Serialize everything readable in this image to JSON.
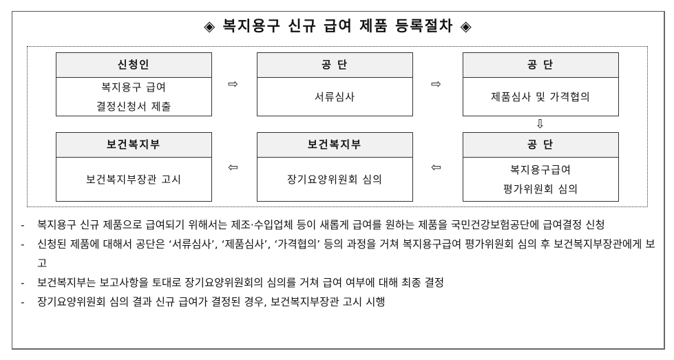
{
  "title": "◈ 복지용구 신규 급여 제품 등록절차 ◈",
  "flow": {
    "boxes": [
      {
        "header": "신청인",
        "body": [
          "복지용구 급여",
          "결정신청서 제출"
        ]
      },
      {
        "header": "공 단",
        "body": [
          "서류심사"
        ]
      },
      {
        "header": "공 단",
        "body": [
          "제품심사 및 가격협의"
        ]
      },
      {
        "header": "공 단",
        "body": [
          "복지용구급여",
          "평가위원회 심의"
        ]
      },
      {
        "header": "보건복지부",
        "body": [
          "장기요양위원회 심의"
        ]
      },
      {
        "header": "보건복지부",
        "body": [
          "보건복지부장관 고시"
        ]
      }
    ],
    "arrows": {
      "right": "⇨",
      "down": "⇩",
      "left": "⇦"
    }
  },
  "notes": [
    {
      "dash": "-",
      "text": "복지용구 신규 제품으로 급여되기 위해서는 제조·수입업체 등이 새롭게 급여를 원하는 제품을 국민건강보험공단에 급여결정 신청"
    },
    {
      "dash": "-",
      "text": "신청된 제품에 대해서 공단은 ‘서류심사’, ‘제품심사’, ‘가격협의’ 등의 과정을 거쳐 복지용구급여 평가위원회 심의 후 보건복지부장관에게 보고"
    },
    {
      "dash": "-",
      "text": "보건복지부는 보고사항을 토대로 장기요양위원회의 심의를 거쳐 급여 여부에 대해 최종 결정"
    },
    {
      "dash": "-",
      "text": "장기요양위원회 심의 결과 신규 급여가 결정된 경우, 보건복지부장관 고시 시행"
    }
  ]
}
